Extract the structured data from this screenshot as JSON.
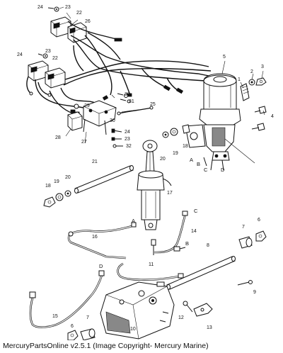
{
  "caption": "MercuryPartsOnline v2.5.1 (Image Copyright- Mercury Marine)",
  "part_numbers": [
    "1",
    "2",
    "3",
    "4",
    "5",
    "6",
    "7",
    "8",
    "9",
    "10",
    "11",
    "12",
    "13",
    "14",
    "15",
    "16",
    "17",
    "18",
    "19",
    "20",
    "21",
    "22",
    "23",
    "24",
    "25",
    "26",
    "27",
    "28",
    "29",
    "30",
    "31",
    "32"
  ],
  "connection_letters": [
    "A",
    "B",
    "C",
    "D"
  ],
  "callouts": [
    {
      "id": "24a",
      "text": "24"
    },
    {
      "id": "23a",
      "text": "23"
    },
    {
      "id": "22a",
      "text": "22"
    },
    {
      "id": "26",
      "text": "26"
    },
    {
      "id": "24b",
      "text": "24"
    },
    {
      "id": "23b",
      "text": "23"
    },
    {
      "id": "22b",
      "text": "22"
    },
    {
      "id": "5",
      "text": "5"
    },
    {
      "id": "1",
      "text": "1"
    },
    {
      "id": "2",
      "text": "2"
    },
    {
      "id": "3",
      "text": "3"
    },
    {
      "id": "4",
      "text": "4"
    },
    {
      "id": "30",
      "text": "30"
    },
    {
      "id": "31",
      "text": "31"
    },
    {
      "id": "29",
      "text": "29"
    },
    {
      "id": "25",
      "text": "25"
    },
    {
      "id": "28",
      "text": "28"
    },
    {
      "id": "27",
      "text": "27"
    },
    {
      "id": "30b",
      "text": "30"
    },
    {
      "id": "24c",
      "text": "24"
    },
    {
      "id": "23c",
      "text": "23"
    },
    {
      "id": "32",
      "text": "32"
    },
    {
      "id": "20a",
      "text": "20"
    },
    {
      "id": "19a",
      "text": "19"
    },
    {
      "id": "18a",
      "text": "18"
    },
    {
      "id": "21",
      "text": "21"
    },
    {
      "id": "20b",
      "text": "20"
    },
    {
      "id": "19b",
      "text": "19"
    },
    {
      "id": "18b",
      "text": "18"
    },
    {
      "id": "17",
      "text": "17"
    },
    {
      "id": "14",
      "text": "14"
    },
    {
      "id": "16",
      "text": "16"
    },
    {
      "id": "7a",
      "text": "7"
    },
    {
      "id": "6a",
      "text": "6"
    },
    {
      "id": "8",
      "text": "8"
    },
    {
      "id": "11",
      "text": "11"
    },
    {
      "id": "9",
      "text": "9"
    },
    {
      "id": "12",
      "text": "12"
    },
    {
      "id": "13",
      "text": "13"
    },
    {
      "id": "15",
      "text": "15"
    },
    {
      "id": "6b",
      "text": "6"
    },
    {
      "id": "7b",
      "text": "7"
    },
    {
      "id": "10",
      "text": "10"
    }
  ],
  "letters": [
    {
      "id": "A1",
      "text": "A"
    },
    {
      "id": "B1",
      "text": "B"
    },
    {
      "id": "C1",
      "text": "C"
    },
    {
      "id": "D1",
      "text": "D"
    },
    {
      "id": "A2",
      "text": "A"
    },
    {
      "id": "C2",
      "text": "C"
    },
    {
      "id": "B2",
      "text": "B"
    },
    {
      "id": "D2",
      "text": "D"
    }
  ]
}
